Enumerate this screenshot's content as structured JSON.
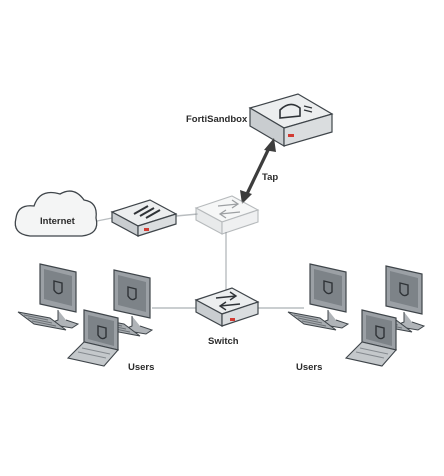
{
  "labels": {
    "fortisandbox": "FortiSandbox",
    "tap": "Tap",
    "internet": "Internet",
    "switch": "Switch",
    "users_left": "Users",
    "users_right": "Users"
  },
  "colors": {
    "device_top": "#eceeef",
    "device_side": "#c9cdd0",
    "device_dark": "#444a4f",
    "accent_red": "#d23b32",
    "screen": "#8c9196",
    "line": "#b9bdc0",
    "arrow": "#3d3d3d"
  }
}
